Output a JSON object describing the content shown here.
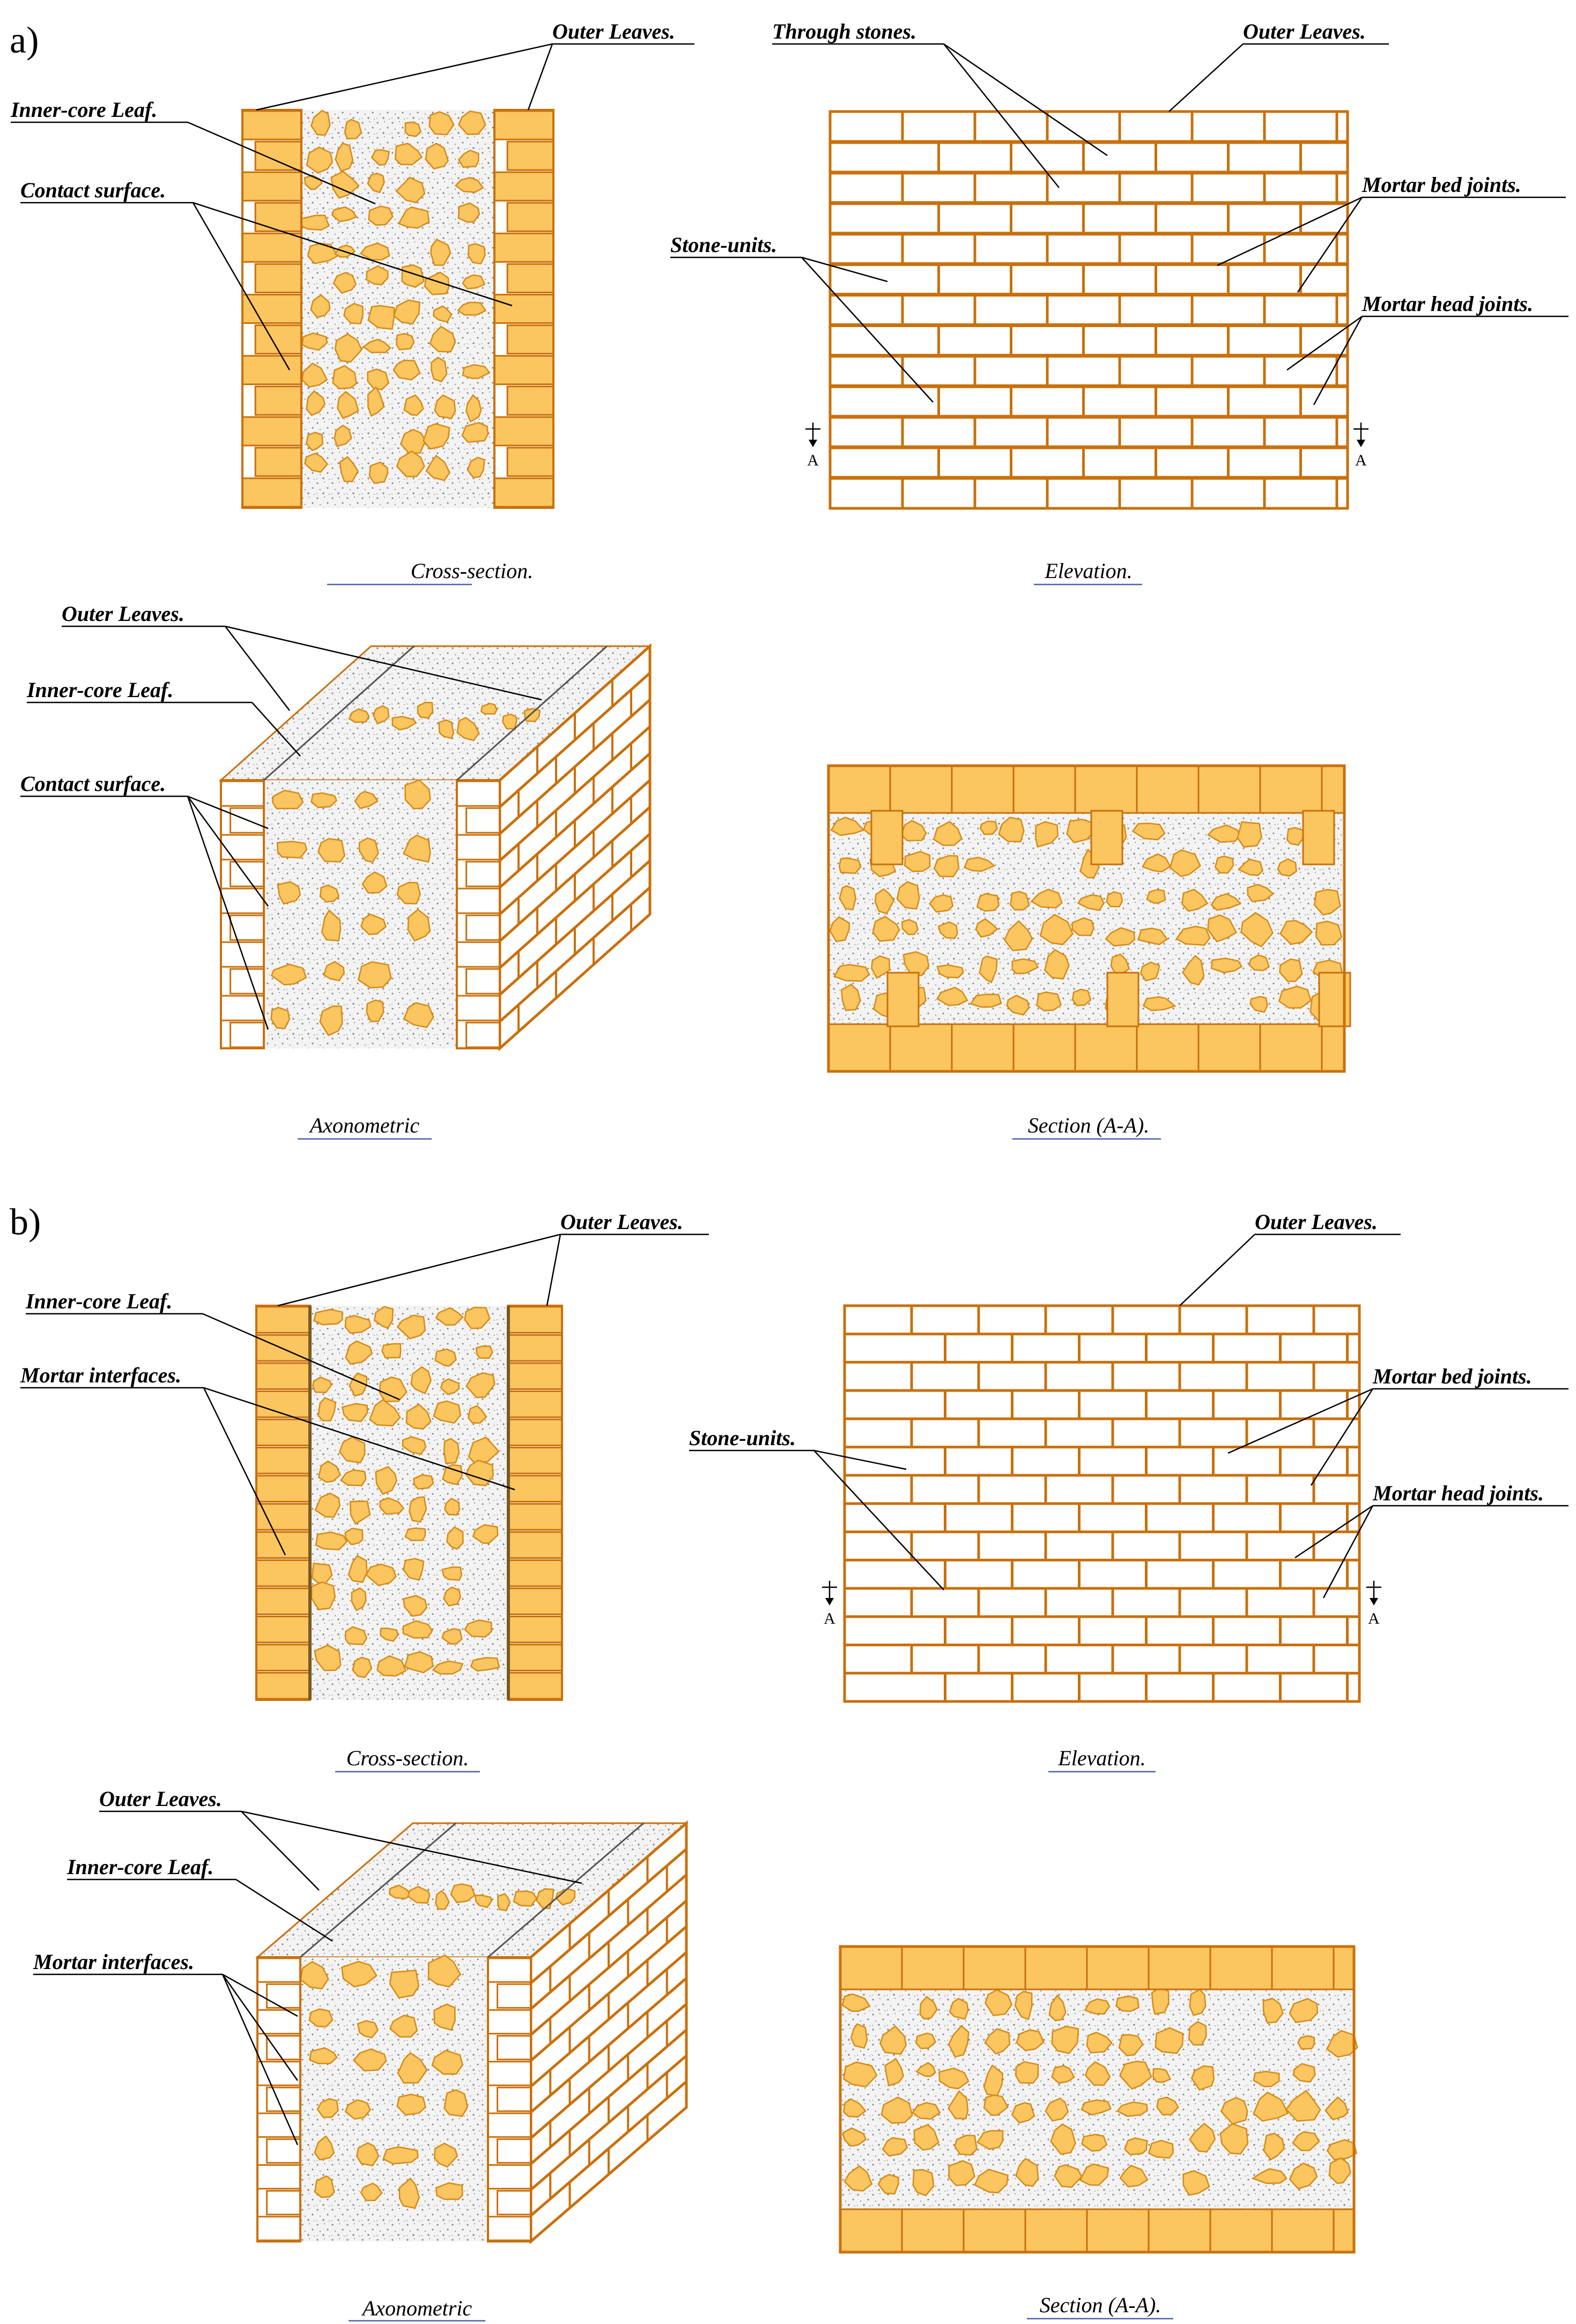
{
  "parts": [
    {
      "letter": "a)",
      "labels": {
        "cs_outer": "Outer Leaves.",
        "cs_inner": "Inner-core Leaf.",
        "cs_contact": "Contact surface.",
        "el_through": "Through stones.",
        "el_outer": "Outer Leaves.",
        "el_bed": "Mortar bed joints.",
        "el_stone": "Stone-units.",
        "el_head": "Mortar head joints.",
        "ax_outer": "Outer Leaves.",
        "ax_inner": "Inner-core Leaf.",
        "ax_contact": "Contact surface."
      },
      "captions": {
        "cross": "Cross-section.",
        "elev": "Elevation.",
        "axo": "Axonometric",
        "sec": "Section (A-A)."
      },
      "section_marker": "A"
    },
    {
      "letter": "b)",
      "labels": {
        "cs_outer": "Outer Leaves.",
        "cs_inner": "Inner-core Leaf.",
        "cs_contact": "Mortar interfaces.",
        "el_outer": "Outer Leaves.",
        "el_bed": "Mortar bed joints.",
        "el_stone": "Stone-units.",
        "el_head": "Mortar head joints.",
        "ax_outer": "Outer Leaves.",
        "ax_inner": "Inner-core Leaf.",
        "ax_contact": "Mortar interfaces."
      },
      "captions": {
        "cross": "Cross-section.",
        "elev": "Elevation.",
        "axo": "Axonometric",
        "sec": "Section (A-A)."
      },
      "section_marker": "A"
    }
  ],
  "colors": {
    "stone": "#fbc55f",
    "mortar_line": "#d68a16",
    "outline": "#c9700c",
    "infill": "#f2f2f2",
    "speckle": "#8a8a8a",
    "leader": "#000000",
    "caption_underline": "#4a5fb0"
  }
}
